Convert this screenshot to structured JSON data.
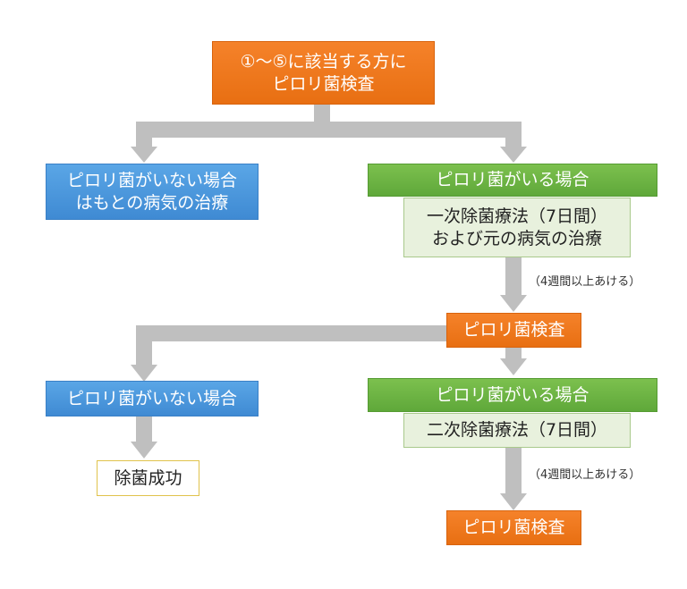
{
  "top_box": "①〜⑤に該当する方に\nピロリ菌検査",
  "branch1": {
    "negative": "ピロリ菌がいない場合\nはもとの病気の治療",
    "positive": "ピロリ菌がいる場合",
    "treatment": "一次除菌療法（7日間）\nおよび元の病気の治療",
    "wait_note": "（4週間以上あける）"
  },
  "test2": "ピロリ菌検査",
  "branch2": {
    "negative": "ピロリ菌がいない場合",
    "success": "除菌成功",
    "positive": "ピロリ菌がいる場合",
    "treatment": "二次除菌療法（7日間）",
    "wait_note": "（4週間以上あける）"
  },
  "test3": "ピロリ菌検査",
  "colors": {
    "test_orange": "#ee7619",
    "negative_blue": "#4a95dc",
    "positive_green": "#6ab443",
    "treatment_lightgreen": "#e8f1dd",
    "arrow_gray": "#bfbfbf"
  }
}
